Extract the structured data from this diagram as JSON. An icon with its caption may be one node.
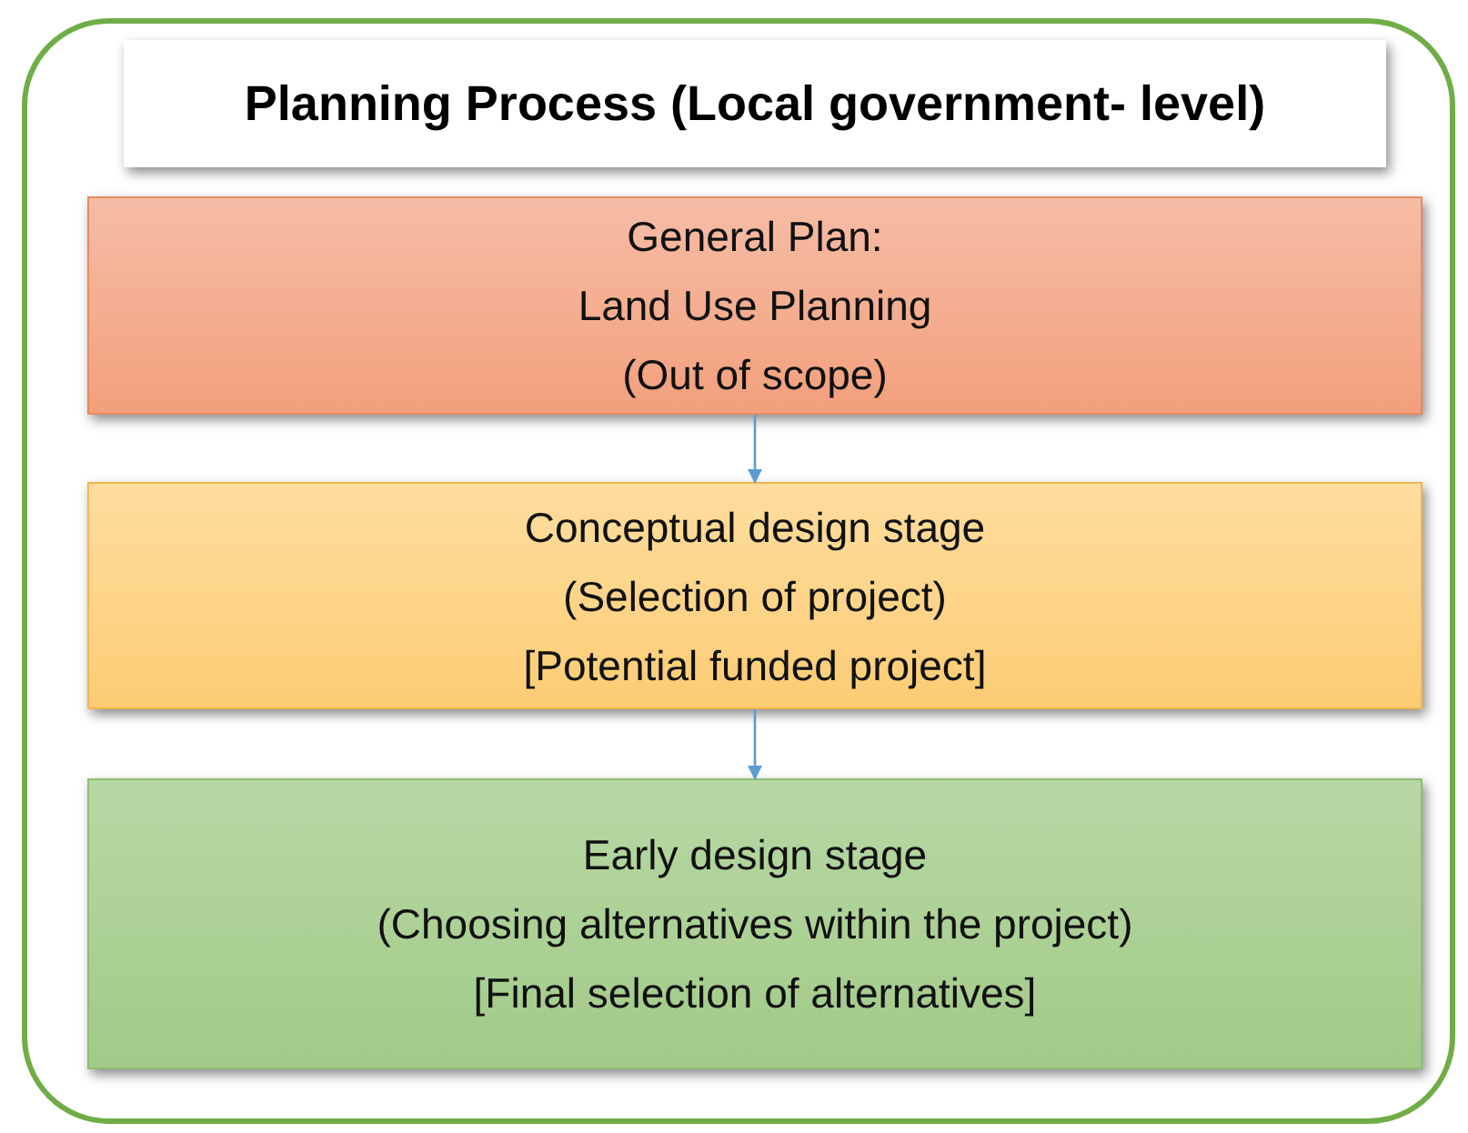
{
  "diagram": {
    "nodes": [
      {
        "text": [],
        "shape": "box"
      },
      {
        "text": [
          "Planning Process (Local government- level)"
        ],
        "in": 0
      },
      {
        "text": [
          "General Plan:",
          "Land Use Planning",
          "(Out of scope)"
        ],
        "in": 0
      },
      {
        "text": [
          "Conceptual design stage",
          "(Selection of project)",
          "[Potential funded project]"
        ],
        "in": 0
      },
      {
        "text": [
          "Early design stage",
          "(Choosing alternatives within the project)",
          "[Final selection of alternatives]"
        ],
        "in": 0
      }
    ],
    "edges": [
      {
        "from": 2,
        "to": 3,
        "arrow": "to"
      },
      {
        "from": 3,
        "to": 4,
        "arrow": "to"
      }
    ]
  }
}
